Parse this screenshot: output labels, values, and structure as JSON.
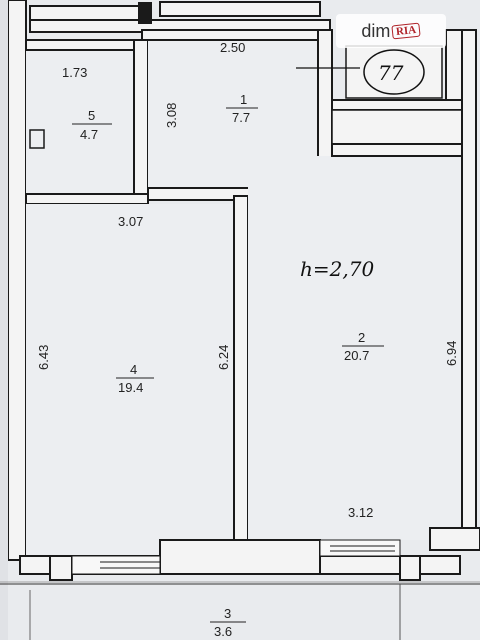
{
  "watermark": {
    "text": "dim",
    "badge": "RIA"
  },
  "apartment_number": "77",
  "ceiling_height": "h=2,70",
  "rooms": [
    {
      "id": "5",
      "area": "4.7",
      "top_dim": "1.73"
    },
    {
      "id": "1",
      "area": "7.7",
      "top_dim": "2.50",
      "side_dim": "3.08"
    },
    {
      "id": "4",
      "area": "19.4",
      "top_dim": "3.07",
      "left_dim": "6.43",
      "right_dim": "6.24"
    },
    {
      "id": "2",
      "area": "20.7",
      "right_dim": "6.94",
      "bottom_dim": "3.12"
    },
    {
      "id": "3",
      "area": "3.6"
    }
  ]
}
